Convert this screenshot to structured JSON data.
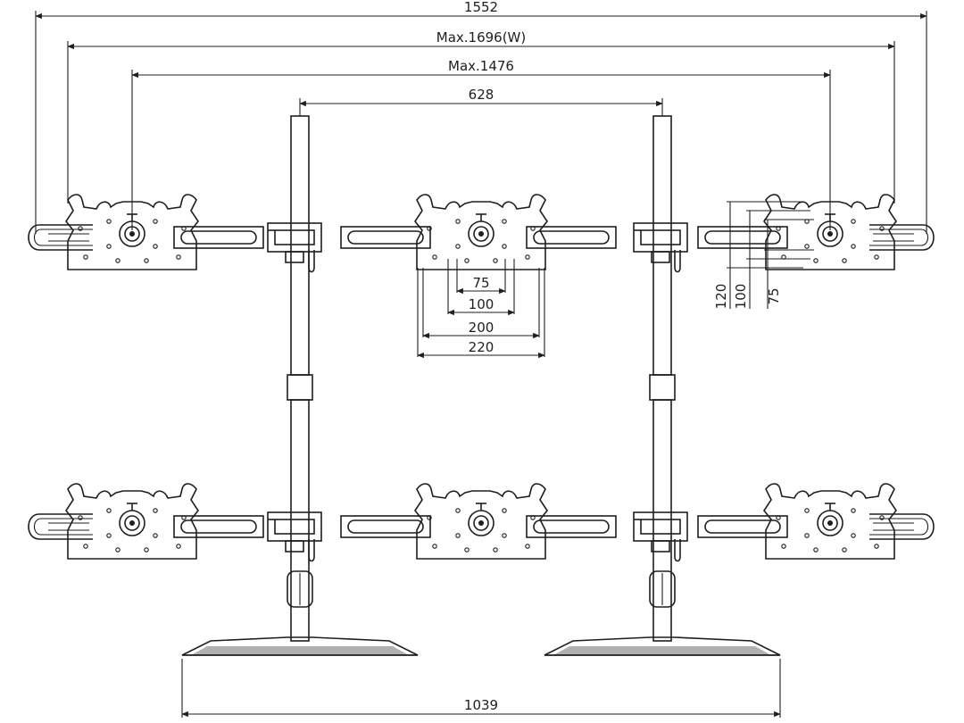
{
  "dimensions": {
    "total_width": "1552",
    "max_width": "Max.1696(W)",
    "max_inner": "Max.1476",
    "pole_spacing": "628",
    "vesa_75": "75",
    "vesa_100": "100",
    "vesa_200": "200",
    "vesa_220": "220",
    "vert_120": "120",
    "vert_100": "100",
    "vert_75": "75",
    "base_width": "1039"
  },
  "colors": {
    "line": "#1e1e1e",
    "background": "#ffffff"
  }
}
